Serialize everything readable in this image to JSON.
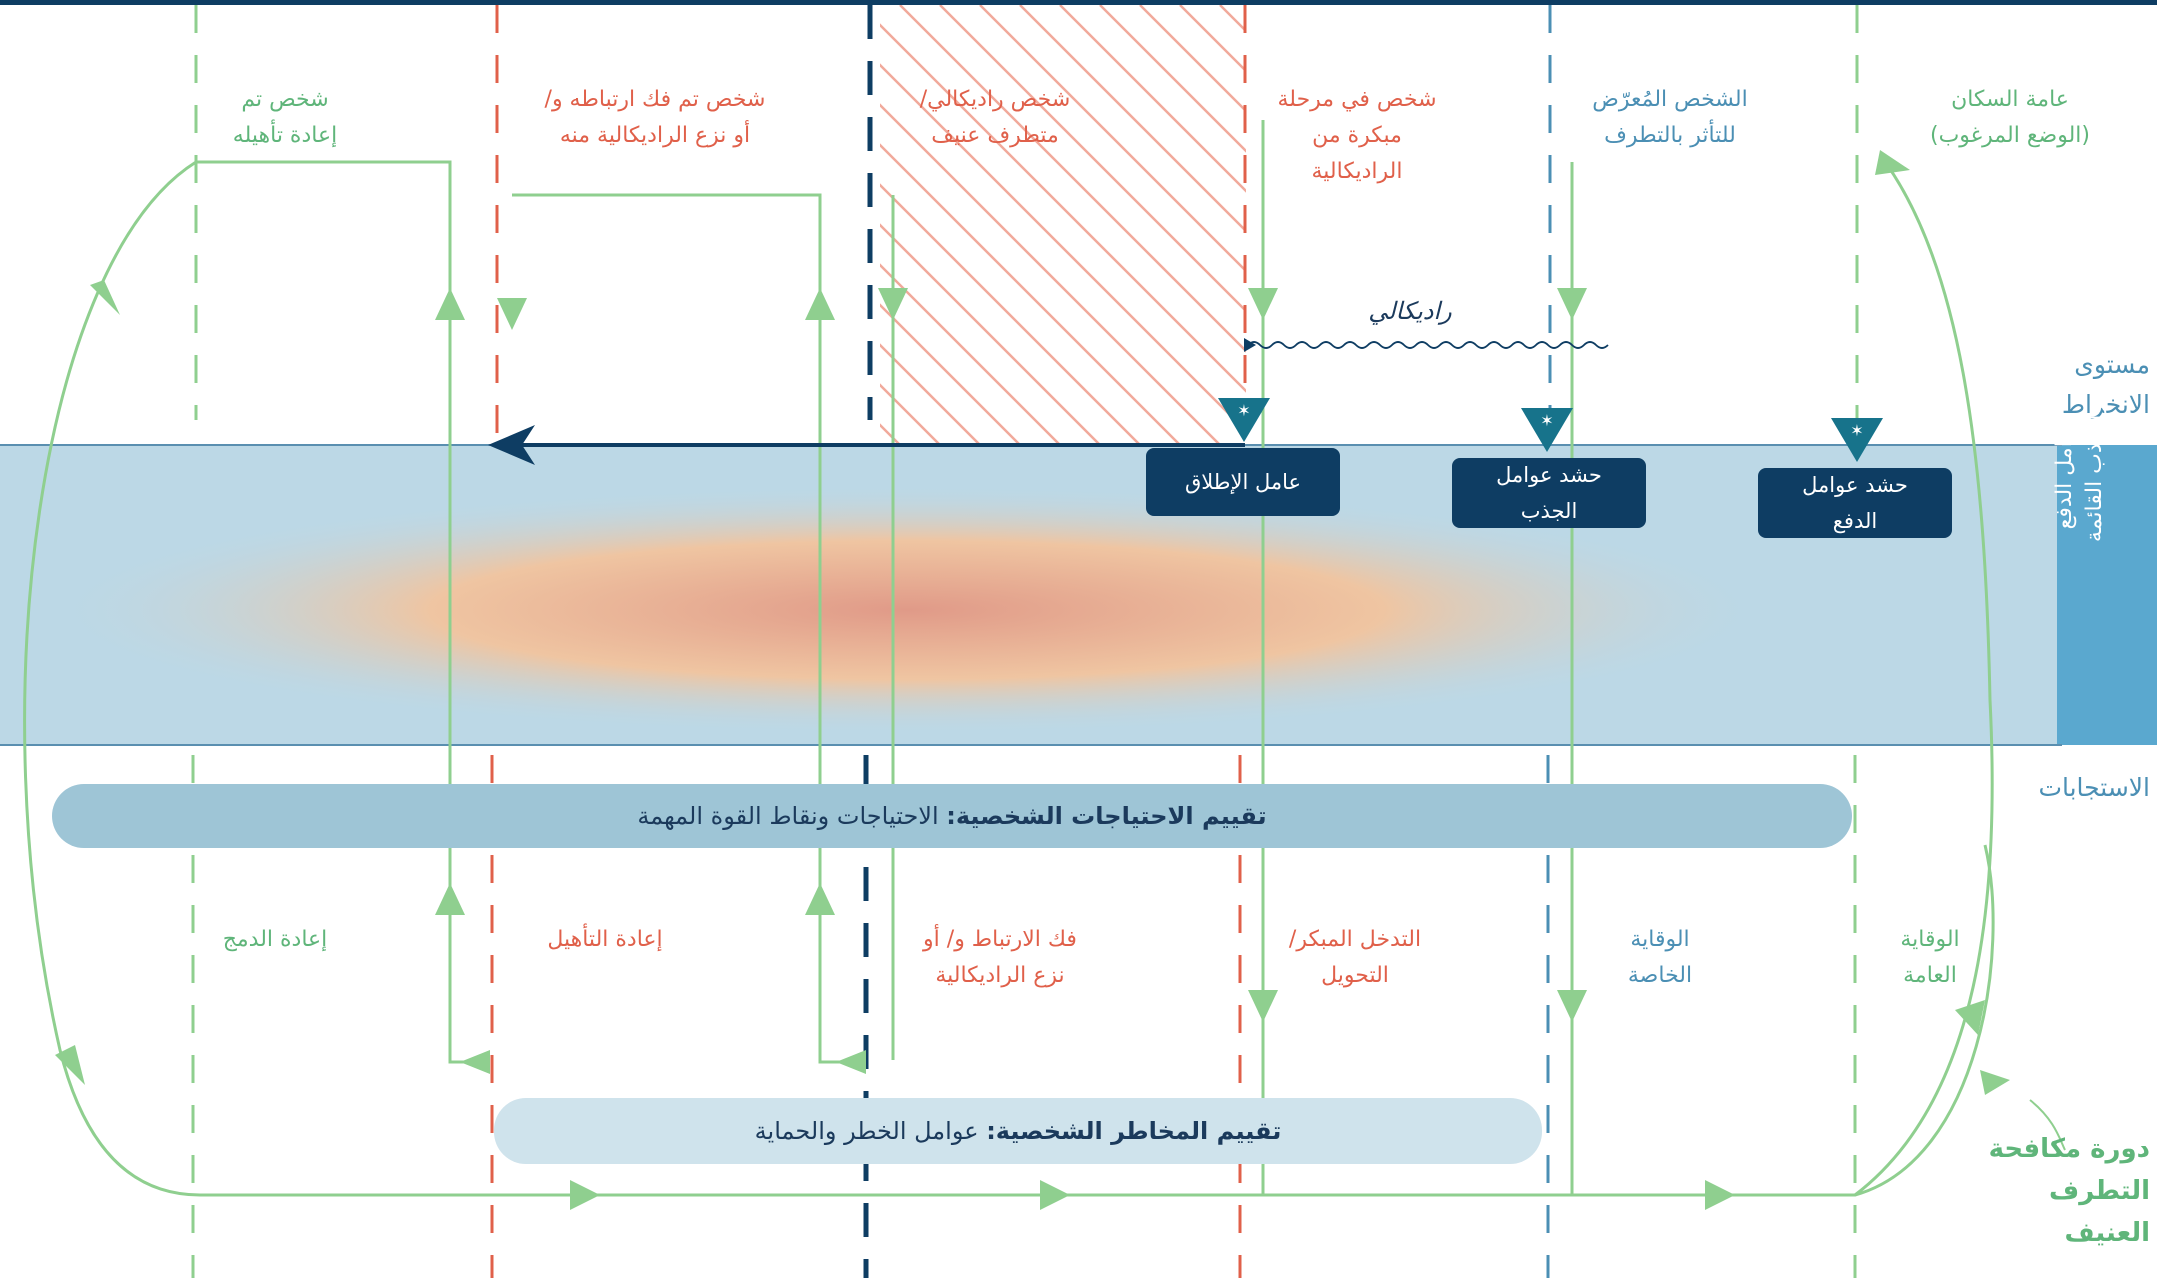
{
  "stages_top": [
    {
      "id": "general",
      "text": "عامة السكان\n(الوضع المرغوب)",
      "tone": "green"
    },
    {
      "id": "exposed",
      "text": "الشخص المُعرّض\nللتأثر بالتطرف",
      "tone": "blue"
    },
    {
      "id": "early",
      "text": "شخص في مرحلة\nمبكرة من\nالراديكالية",
      "tone": "red"
    },
    {
      "id": "radical",
      "text": "شخص راديكالي/\nمتطرف عنيف",
      "tone": "red"
    },
    {
      "id": "disengaged",
      "text": "شخص تم فك ارتباطه و/\nأو نزع الراديكالية منه",
      "tone": "red"
    },
    {
      "id": "rehabilitated",
      "text": "شخص تم\nإعادة تأهيله",
      "tone": "green"
    }
  ],
  "responses": [
    {
      "id": "general_prevention",
      "text": "الوقاية\nالعامة",
      "tone": "green"
    },
    {
      "id": "specific_prevention",
      "text": "الوقاية\nالخاصة",
      "tone": "blue"
    },
    {
      "id": "early_intervention",
      "text": "التدخل المبكر/\nالتحويل",
      "tone": "red"
    },
    {
      "id": "disengagement",
      "text": "فك الارتباط و/ أو\nنزع الراديكالية",
      "tone": "red"
    },
    {
      "id": "rehabilitation",
      "text": "إعادة التأهيل",
      "tone": "red"
    },
    {
      "id": "reintegration",
      "text": "إعادة الدمج",
      "tone": "green"
    }
  ],
  "side_labels": {
    "engagement_level": "مستوى\nالانخراط",
    "push_pull_factors": "عوامل الدفع\nوالجذب القائمة",
    "responses": "الاستجابات",
    "cycle": "دورة مكافحة\nالتطرف العنيف"
  },
  "factor_boxes": {
    "push": "حشد عوامل\nالدفع",
    "pull": "حشد عوامل\nالجذب",
    "trigger": "عامل الإطلاق"
  },
  "radical_label": "راديكالي",
  "assessments": {
    "needs": {
      "bold": "تقييم الاحتياجات الشخصية:",
      "rest": " الاحتياجات ونقاط القوة المهمة"
    },
    "risks": {
      "bold": "تقييم المخاطر الشخصية:",
      "rest": " عوامل الخطر والحماية"
    }
  },
  "colors": {
    "green": "#8fcf8f",
    "red": "#e0604a",
    "blue": "#4b8fb4",
    "navy": "#0e3d63",
    "band": "#bcd8e6",
    "needs_pill": "#9ec5d6",
    "risks_pill": "#cfe3ec"
  }
}
